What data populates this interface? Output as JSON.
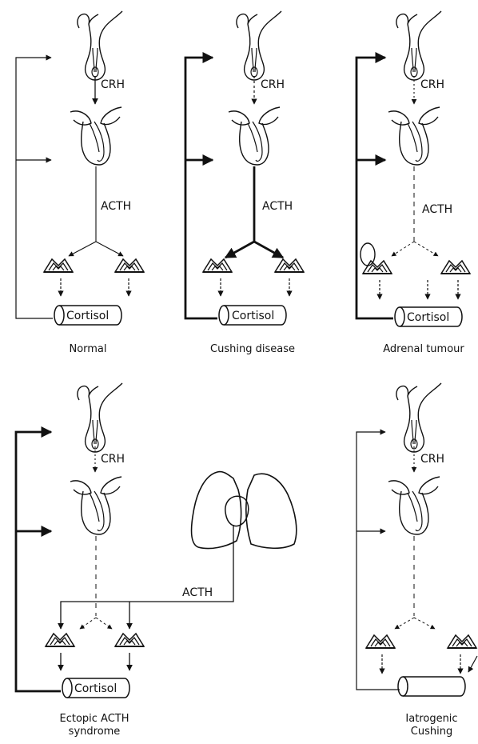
{
  "labels": {
    "crh": "CRH",
    "acth": "ACTH",
    "cortisol": "Cortisol"
  },
  "captions": {
    "normal": "Normal",
    "cushing_disease": "Cushing disease",
    "adrenal_tumour": "Adrenal tumour",
    "ectopic_line1": "Ectopic ACTH",
    "ectopic_line2": "syndrome",
    "iatrogenic_line1": "Iatrogenic",
    "iatrogenic_line2": "Cushing"
  },
  "colors": {
    "ink": "#111111",
    "paper": "#ffffff"
  }
}
